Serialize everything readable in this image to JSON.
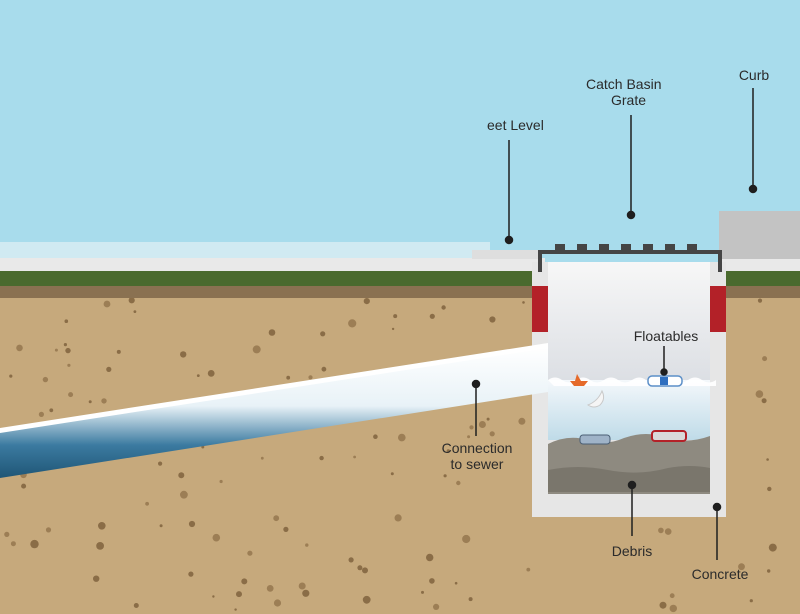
{
  "labels": {
    "catch_basin_grate_line1": "Catch Basin",
    "catch_basin_grate_line2": "Grate",
    "curb": "Curb",
    "street_level": "eet Level",
    "floatables": "Floatables",
    "connection_line1": "Connection",
    "connection_line2": "to sewer",
    "debris": "Debris",
    "concrete": "Concrete"
  },
  "colors": {
    "sky": "#a8dcec",
    "grass": "#4a6a2e",
    "soil": "#c6a97c",
    "concrete": "#e6e6e6",
    "grate": "#454545",
    "brick_red": "#b32128",
    "water": "#d8edf5",
    "debris": "#8e8a80",
    "pipe_blue": "#2f6f95"
  }
}
